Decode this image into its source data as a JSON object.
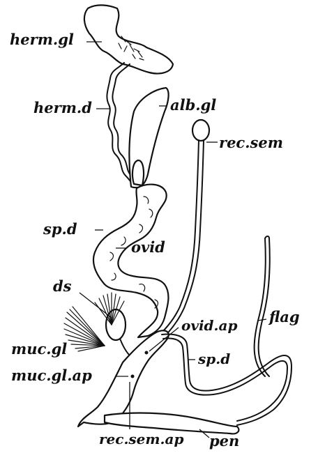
{
  "labels": {
    "herm_gl": "herm.gl",
    "herm_d": "herm.d",
    "alb_gl": "alb.gl",
    "rec_sem": "rec.sem",
    "sp_d_upper": "sp.d",
    "ovid": "ovid",
    "ds": "ds",
    "flag": "flag",
    "ovid_ap": "ovid.ap",
    "muc_gl": "muc.gl",
    "sp_d_lower": "sp.d",
    "muc_gl_ap": "muc.gl.ap",
    "rec_sem_ap": "rec.sem.ap",
    "pen": "pen"
  },
  "colors": {
    "ink": "#111111",
    "paper": "#ffffff"
  }
}
